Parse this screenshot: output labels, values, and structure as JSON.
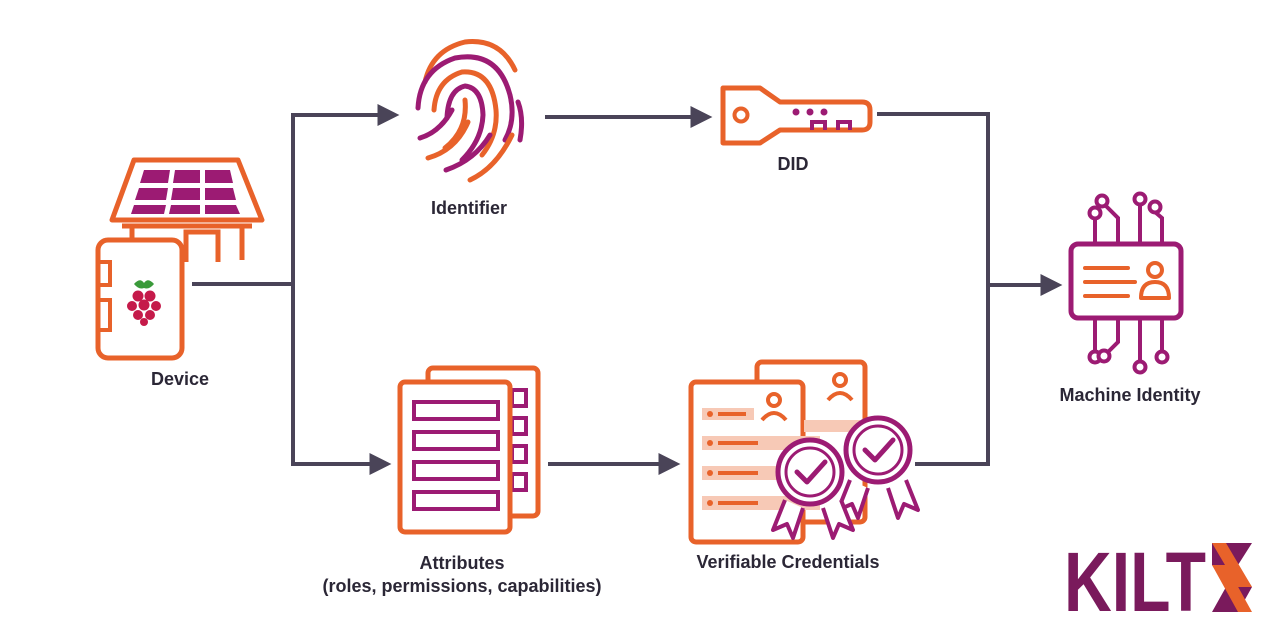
{
  "nodes": {
    "device": {
      "label": "Device"
    },
    "identifier": {
      "label": "Identifier"
    },
    "did": {
      "label": "DID"
    },
    "attributes": {
      "label": "Attributes",
      "sublabel": "(roles, permissions, capabilities)"
    },
    "credentials": {
      "label": "Verifiable Credentials"
    },
    "machine_identity": {
      "label": "Machine Identity"
    }
  },
  "logo": {
    "text": "KILT"
  },
  "colors": {
    "orange": "#e8622a",
    "magenta": "#9c1b73",
    "arrow": "#4a4458",
    "credential_fill": "#f7c9b6",
    "logo_text": "#7a1a5c"
  }
}
